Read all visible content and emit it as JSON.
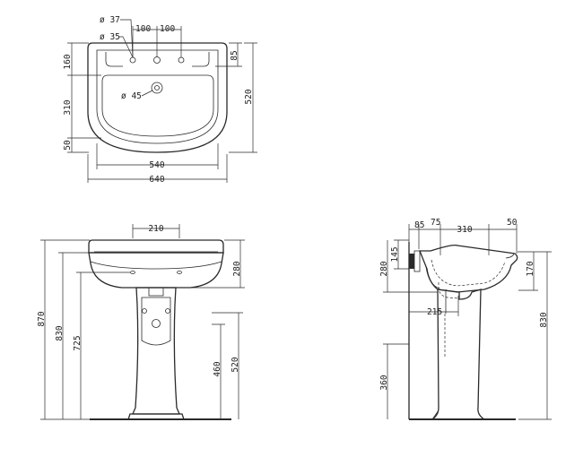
{
  "top_view": {
    "hole_tap_label": "ø 37",
    "hole_side_label": "ø 35",
    "waste_label": "ø 45",
    "tap_spacing_left": "100",
    "tap_spacing_right": "100",
    "depth_rear_deck": "160",
    "depth_bowl": "310",
    "depth_front": "50",
    "depth_right_deck": "85",
    "depth_total": "520",
    "width_inner": "540",
    "width_total": "640"
  },
  "front_view": {
    "waste_spacing": "210",
    "height_total": "870",
    "height_rim": "830",
    "height_waste": "725",
    "bowl_depth": "280",
    "pedestal_height": "520",
    "supply_height": "460"
  },
  "side_view": {
    "wall_gap": "85",
    "bracket_offset": "75",
    "projection": "310",
    "front_lip": "50",
    "deck_height": "145",
    "bowl_height": "280",
    "lip_height": "170",
    "trap_offset": "215",
    "rim_height": "830",
    "fixing_height": "360"
  }
}
